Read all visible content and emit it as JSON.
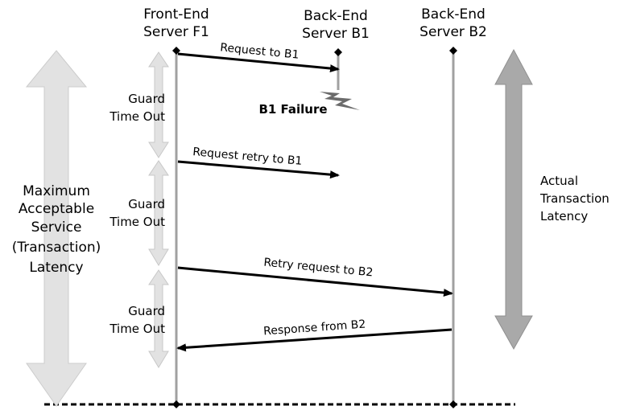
{
  "servers": {
    "front_end": {
      "line1": "Front-End",
      "line2": "Server F1"
    },
    "back_end_b1": {
      "line1": "Back-End",
      "line2": "Server B1"
    },
    "back_end_b2": {
      "line1": "Back-End",
      "line2": "Server B2"
    }
  },
  "max_latency": {
    "line1": "Maximum",
    "line2": "Acceptable",
    "line3": "Service",
    "line4": "(Transaction)",
    "line5": "Latency"
  },
  "actual_latency": {
    "line1": "Actual",
    "line2": "Transaction",
    "line3": "Latency"
  },
  "guards": [
    {
      "line1": "Guard",
      "line2": "Time Out"
    },
    {
      "line1": "Guard",
      "line2": "Time Out"
    },
    {
      "line1": "Guard",
      "line2": "Time Out"
    }
  ],
  "messages": {
    "request_b1": "Request to B1",
    "retry_b1": "Request retry to B1",
    "retry_b2": "Retry request to B2",
    "response_b2": "Response from B2"
  },
  "failure": {
    "label": "B1 Failure"
  },
  "colors": {
    "light_arrow": "#e2e2e2",
    "light_arrow_stroke": "#c8c8c8",
    "dark_arrow": "#a9a9a9",
    "dark_arrow_stroke": "#8a8a8a",
    "lifeline": "#a0a0a0",
    "lightning": "#6b6b6b"
  }
}
